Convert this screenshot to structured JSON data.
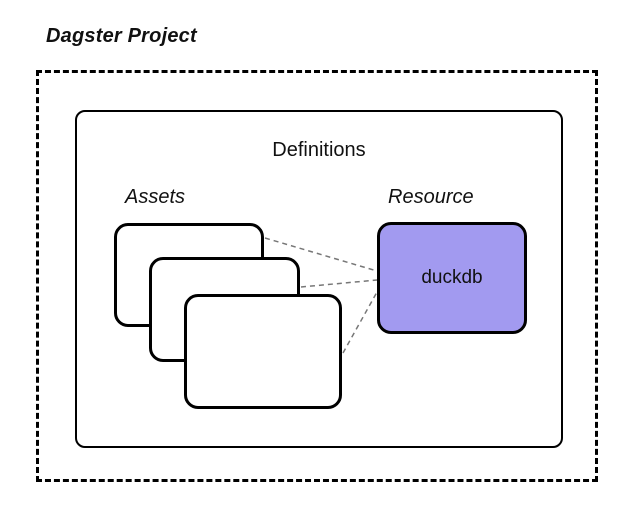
{
  "diagram": {
    "title": "Dagster Project",
    "definitions_label": "Definitions",
    "assets_label": "Assets",
    "asset_card_count": 3,
    "resource_label": "Resource",
    "resource_name": "duckdb",
    "colors": {
      "resource_fill": "#a29af0",
      "outline": "#000000",
      "connector": "#777777"
    }
  }
}
